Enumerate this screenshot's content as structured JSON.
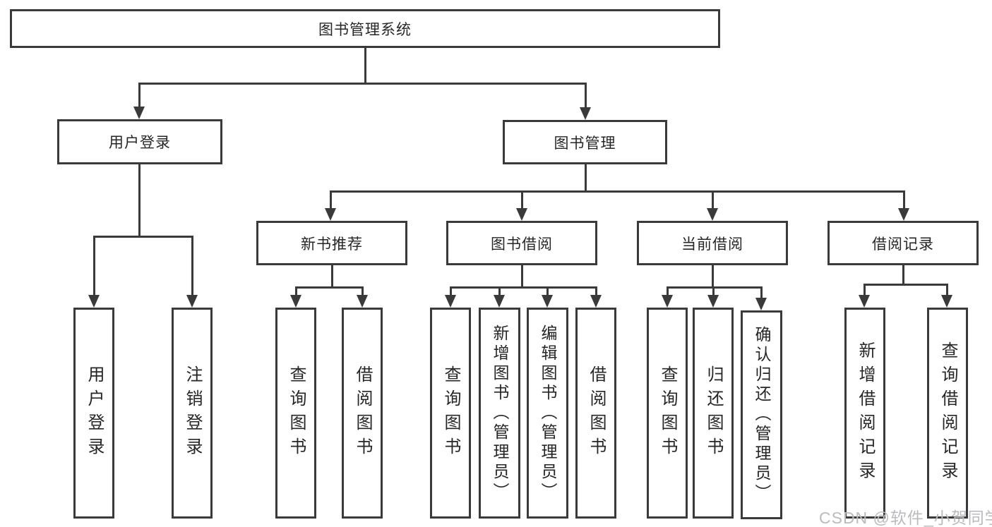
{
  "diagram": {
    "background": "#ffffff",
    "line_color": "#3a3a3a",
    "text_color": "#262626",
    "watermark": {
      "text": "CSDN @软件_小贺同学",
      "color": "#b9bbbf"
    },
    "tree": {
      "label": "图书管理系统",
      "children": [
        {
          "label": "用户登录",
          "children": [
            {
              "label": "用户登录"
            },
            {
              "label": "注销登录"
            }
          ]
        },
        {
          "label": "图书管理",
          "children": [
            {
              "label": "新书推荐",
              "children": [
                {
                  "label": "查询图书"
                },
                {
                  "label": "借阅图书"
                }
              ]
            },
            {
              "label": "图书借阅",
              "children": [
                {
                  "label": "查询图书"
                },
                {
                  "label": "新增图书（管理员）"
                },
                {
                  "label": "编辑图书（管理员）"
                },
                {
                  "label": "借阅图书"
                }
              ]
            },
            {
              "label": "当前借阅",
              "children": [
                {
                  "label": "查询图书"
                },
                {
                  "label": "归还图书"
                },
                {
                  "label": "确认归还（管理员）"
                }
              ]
            },
            {
              "label": "借阅记录",
              "children": [
                {
                  "label": "新增借阅记录"
                },
                {
                  "label": "查询借阅记录"
                }
              ]
            }
          ]
        }
      ]
    }
  }
}
